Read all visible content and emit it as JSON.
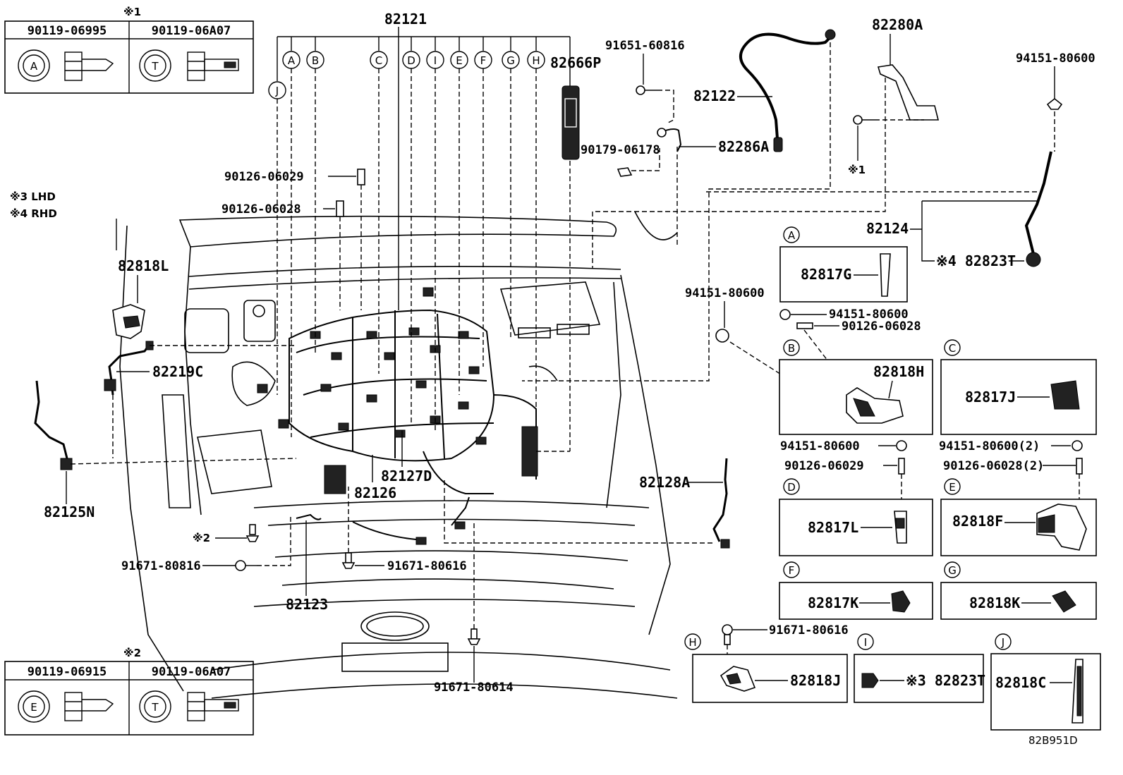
{
  "diagram_code": "82B951D",
  "notes": {
    "n3": "※3 LHD",
    "n4": "※4 RHD"
  },
  "fastener_box_1": {
    "mark": "※1",
    "cells": [
      {
        "part": "90119-06995",
        "letter": "A"
      },
      {
        "part": "90119-06A07",
        "letter": "T"
      }
    ]
  },
  "fastener_box_2": {
    "mark": "※2",
    "cells": [
      {
        "part": "90119-06915",
        "letter": "E"
      },
      {
        "part": "90119-06A07",
        "letter": "T"
      }
    ]
  },
  "labels": {
    "p82121": "82121",
    "p82666P": "82666P",
    "p91651": "91651-60816",
    "p82122": "82122",
    "p82280A": "82280A",
    "p94151top": "94151-80600",
    "mark1": "※1",
    "p90179": "90179-06178",
    "p82286A": "82286A",
    "p90126_29": "90126-06029",
    "p90126_28": "90126-06028",
    "p82124": "82124",
    "p82823T_top": "※4 82823T",
    "p82818L": "82818L",
    "p82219C": "82219C",
    "p82125N": "82125N",
    "p94151mid": "94151-80600",
    "p82127D": "82127D",
    "p82126": "82126",
    "p82128A": "82128A",
    "mark2": "※2",
    "p91671_816": "91671-80816",
    "p91671_616": "91671-80616",
    "p82123": "82123",
    "p91671_614": "91671-80614"
  },
  "callouts": [
    "A",
    "B",
    "C",
    "D",
    "I",
    "E",
    "F",
    "G",
    "H",
    "J"
  ],
  "detail_boxes": {
    "A": {
      "letter": "A",
      "part": "82817G"
    },
    "A_extra": {
      "part1": "94151-80600",
      "part2": "90126-06028"
    },
    "B": {
      "letter": "B",
      "part": "82818H"
    },
    "C": {
      "letter": "C",
      "part": "82817J"
    },
    "D": {
      "letter": "D",
      "part": "82817L",
      "above1": "94151-80600",
      "above2": "90126-06029"
    },
    "E": {
      "letter": "E",
      "part": "82818F",
      "above1": "94151-80600(2)",
      "above2": "90126-06028(2)"
    },
    "F": {
      "letter": "F",
      "part": "82817K"
    },
    "G": {
      "letter": "G",
      "part": "82818K"
    },
    "H": {
      "letter": "H",
      "part": "82818J",
      "above": "91671-80616"
    },
    "I": {
      "letter": "I",
      "part": "※3 82823T"
    },
    "J": {
      "letter": "J",
      "part": "82818C"
    }
  }
}
